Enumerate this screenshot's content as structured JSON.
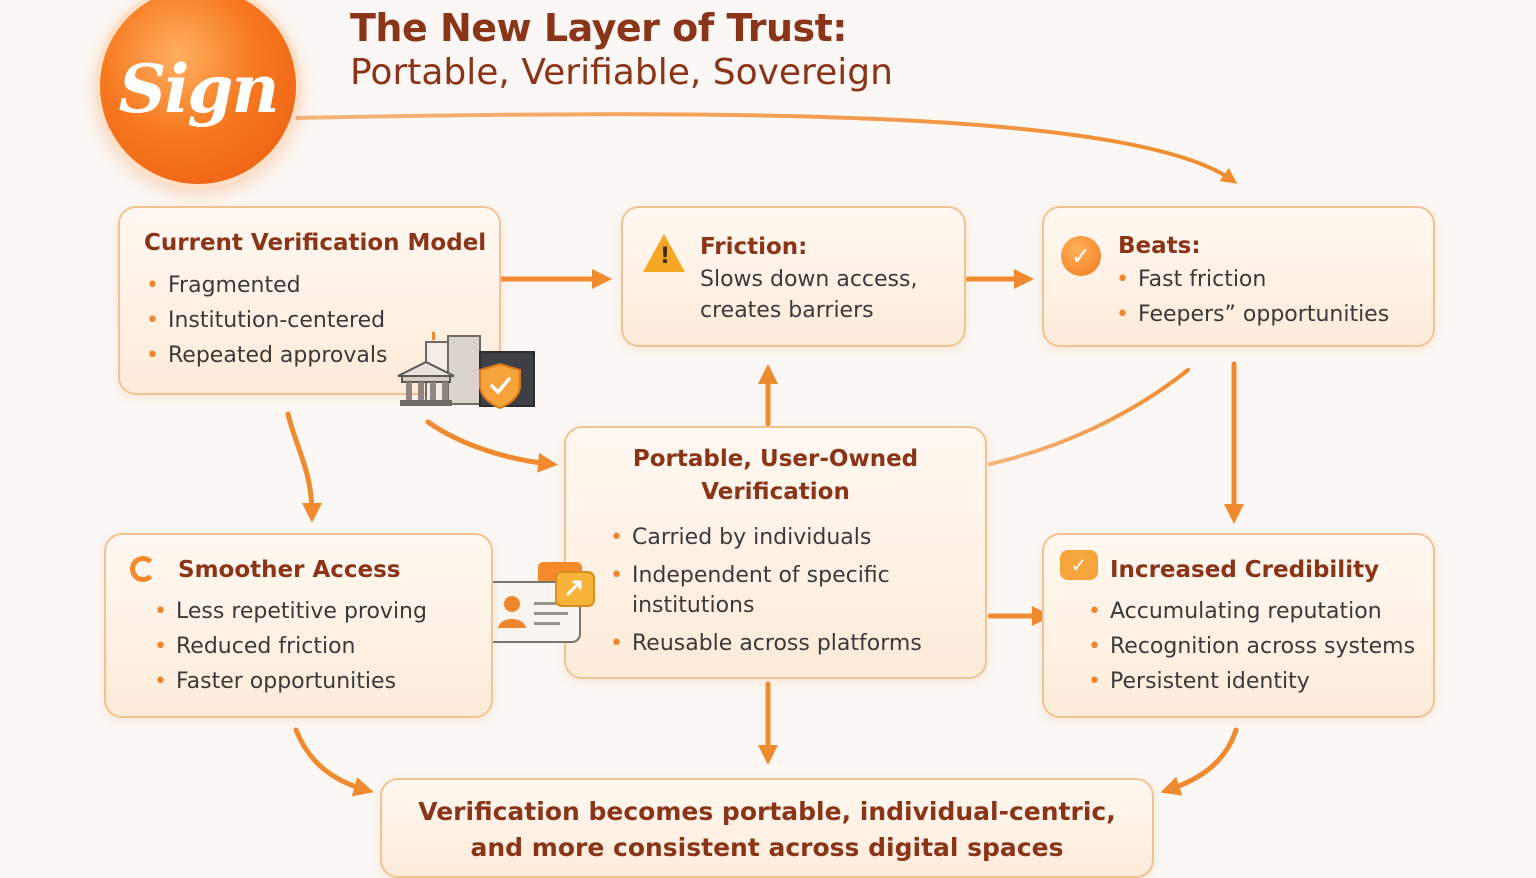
{
  "header": {
    "logo_text": "Sign",
    "title": "The New Layer of Trust:",
    "subtitle": "Portable, Verifiable, Sovereign"
  },
  "nodes": {
    "current_model": {
      "title": "Current Verification Model",
      "items": [
        "Fragmented",
        "Institution-centered",
        "Repeated approvals"
      ]
    },
    "friction": {
      "title": "Friction:",
      "lines": [
        "Slows down access,",
        "creates barriers"
      ]
    },
    "beats": {
      "title": "Beats:",
      "items": [
        "Fast friction",
        "Feepers” opportunities"
      ]
    },
    "portable": {
      "title_line1": "Portable, User-Owned",
      "title_line2": "Verification",
      "items": [
        "Carried by individuals",
        "Independent of specific institutions",
        "Reusable across platforms"
      ]
    },
    "smoother": {
      "title": "Smoother Access",
      "items": [
        "Less repetitive proving",
        "Reduced friction",
        "Faster opportunities"
      ]
    },
    "credibility": {
      "title": "Increased Credibility",
      "items": [
        "Accumulating reputation",
        "Recognition across systems",
        "Persistent identity"
      ]
    },
    "result": {
      "line1": "Verification becomes portable, individual-centric,",
      "line2": "and more consistent across digital spaces"
    }
  },
  "icons": {
    "warning": "warning-icon",
    "check": "check-circle-icon",
    "smooth": "loop-icon",
    "credibility": "badge-check-icon",
    "institution": "bank-building-icon",
    "shield": "shield-check-icon",
    "id_card": "id-card-icon"
  },
  "colors": {
    "accent": "#f0852c",
    "heading": "#8a3418",
    "box_border": "#f2c392"
  }
}
